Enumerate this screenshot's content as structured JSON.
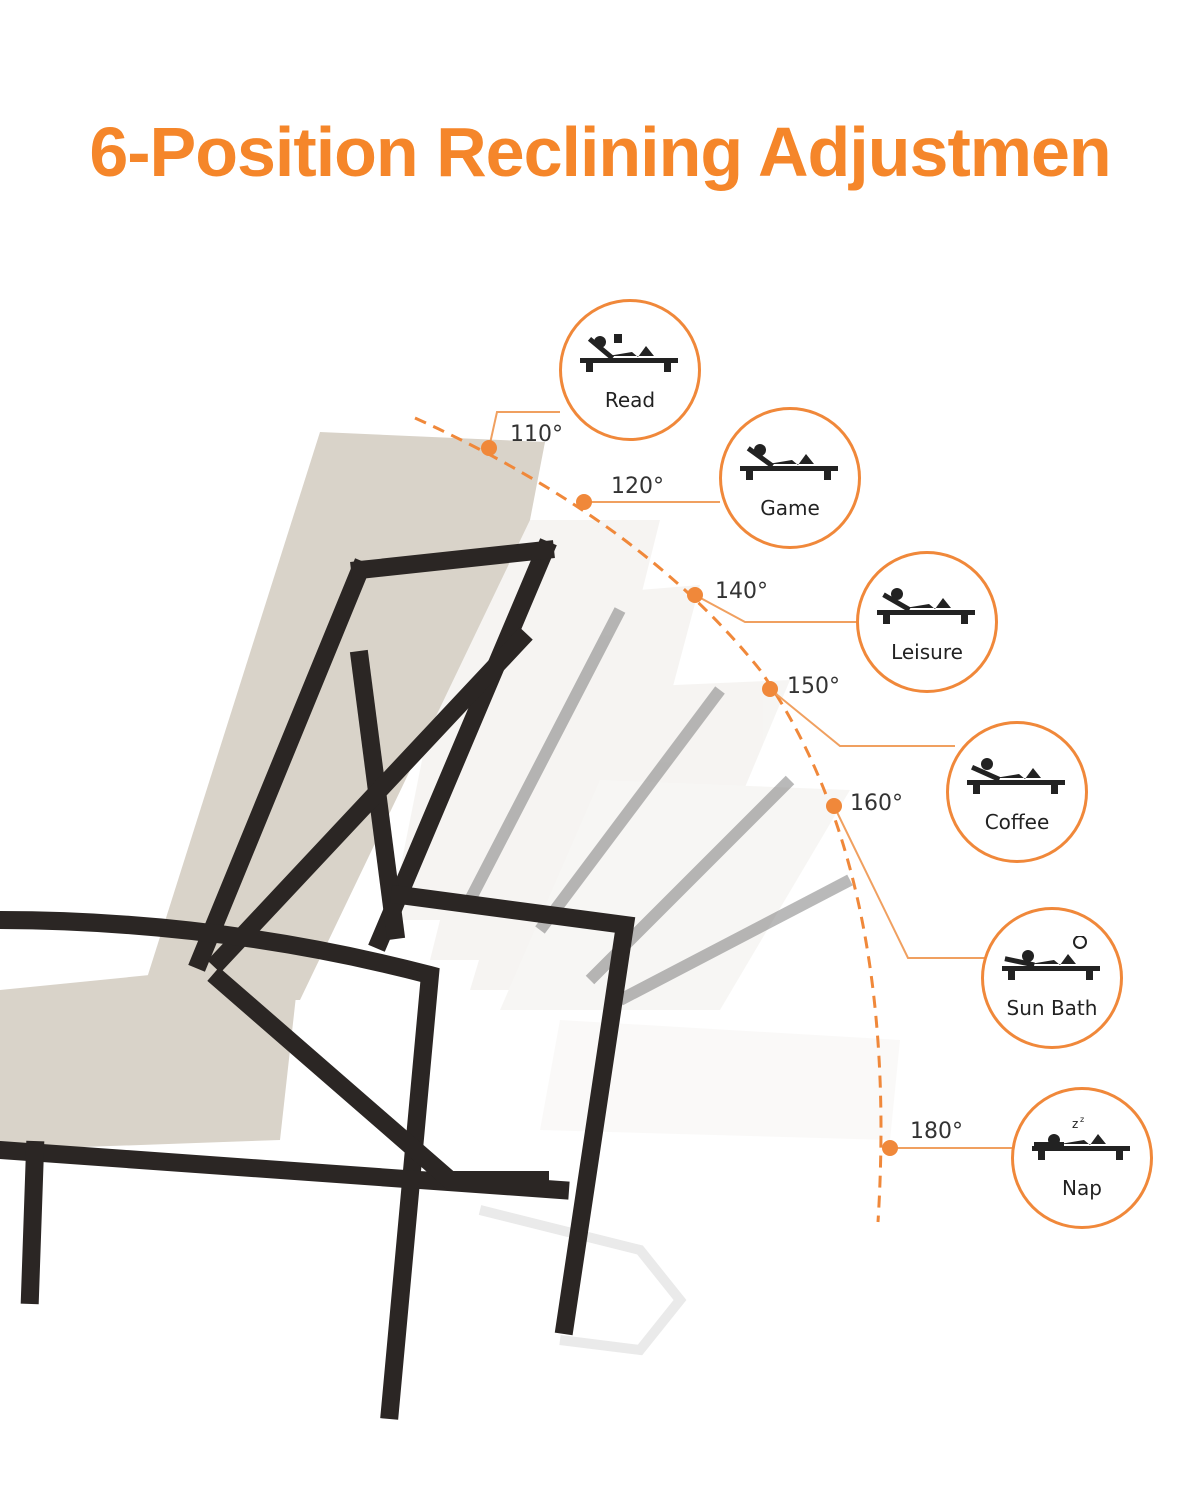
{
  "title": "6-Position Reclining Adjustmen",
  "accent_color": "#F5862A",
  "positions": [
    {
      "angle": "110°",
      "label": "Read",
      "icon": "person-reading-on-lounger-icon"
    },
    {
      "angle": "120°",
      "label": "Game",
      "icon": "person-gaming-on-lounger-icon"
    },
    {
      "angle": "140°",
      "label": "Leisure",
      "icon": "person-relaxing-on-lounger-icon"
    },
    {
      "angle": "150°",
      "label": "Coffee",
      "icon": "person-with-coffee-on-lounger-icon"
    },
    {
      "angle": "160°",
      "label": "Sun Bath",
      "icon": "person-sunbathing-sun-icon"
    },
    {
      "angle": "180°",
      "label": "Nap",
      "icon": "person-sleeping-zz-icon"
    }
  ]
}
